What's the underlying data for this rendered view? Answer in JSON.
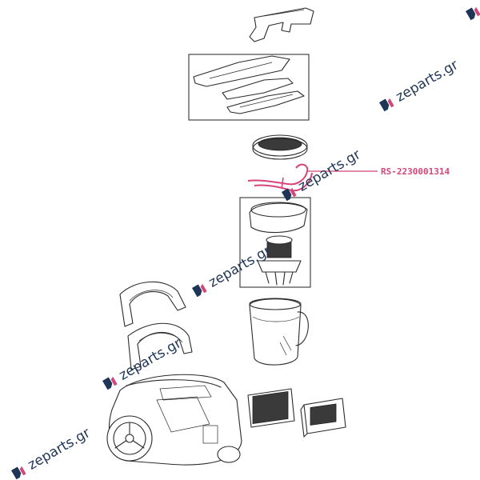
{
  "diagram": {
    "type": "exploded-parts-view",
    "highlight_color": "#d6457a",
    "callout": {
      "part_code": "RS-2230001314"
    },
    "watermark": {
      "text": "zeparts.gr",
      "logo_colors": {
        "dark": "#1d3557",
        "accent": "#d6457a"
      }
    }
  }
}
